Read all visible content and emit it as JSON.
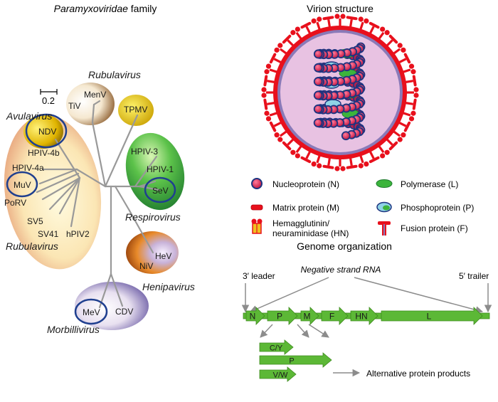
{
  "tree_panel": {
    "title_italic": "Paramyxoviridae",
    "title_rest": " family",
    "scale_label": "0.2",
    "clusters": {
      "rubulavirus_top": {
        "label": "Rubulavirus",
        "viruses": [
          "MenV",
          "TiV"
        ]
      },
      "tpmv": {
        "viruses": [
          "TPMV"
        ]
      },
      "avulavirus": {
        "label": "Avulavirus",
        "viruses": [
          "NDV"
        ]
      },
      "respirovirus": {
        "label": "Respirovirus",
        "viruses": [
          "HPIV-3",
          "HPIV-1",
          "SeV"
        ]
      },
      "rubulavirus_main": {
        "label": "Rubulavirus",
        "viruses": [
          "HPIV-4b",
          "HPIV-4a",
          "MuV",
          "PoRV",
          "SV5",
          "SV41",
          "hPIV2"
        ]
      },
      "henipavirus": {
        "label": "Henipavirus",
        "viruses": [
          "HeV",
          "NiV"
        ]
      },
      "morbillivirus": {
        "label": "Morbillivirus",
        "viruses": [
          "MeV",
          "CDV"
        ]
      }
    },
    "colors": {
      "circle_outline": "#1f3f8f",
      "branch": "#999999"
    }
  },
  "virion_panel": {
    "title": "Virion structure",
    "legend": [
      {
        "key": "n",
        "icon": "nucleoprotein-icon",
        "text": "Nucleoprotein (N)"
      },
      {
        "key": "l",
        "icon": "polymerase-icon",
        "text": "Polymerase (L)"
      },
      {
        "key": "m",
        "icon": "matrix-protein-icon",
        "text": "Matrix protein (M)"
      },
      {
        "key": "p",
        "icon": "phosphoprotein-icon",
        "text": "Phosphoprotein (P)"
      },
      {
        "key": "hn",
        "icon": "hemagglutinin-icon",
        "text_lines": [
          "Hemagglutinin/",
          "neuraminidase (HN)"
        ]
      },
      {
        "key": "f",
        "icon": "fusion-protein-icon",
        "text": "Fusion protein (F)"
      }
    ],
    "colors": {
      "envelope": "#e8101c",
      "interior": "#e8c2e2",
      "nucleoprotein": "#e3245a",
      "nucleo_outline": "#1d3480",
      "polymerase": "#3cb43c",
      "phospho": "#8fd3e6"
    }
  },
  "genome_panel": {
    "title": "Genome organization",
    "leader_label": "3′ leader",
    "trailer_label": "5′ trailer",
    "strand_label": "Negative strand RNA",
    "genes": [
      "N",
      "P",
      "M",
      "F",
      "HN",
      "L"
    ],
    "alt_products": [
      "C/Y",
      "P",
      "V/W"
    ],
    "alt_label": "Alternative protein products",
    "colors": {
      "gene": "#5cb836",
      "gene_outline": "#3e8a1f",
      "arrow": "#8c8c8c"
    }
  }
}
